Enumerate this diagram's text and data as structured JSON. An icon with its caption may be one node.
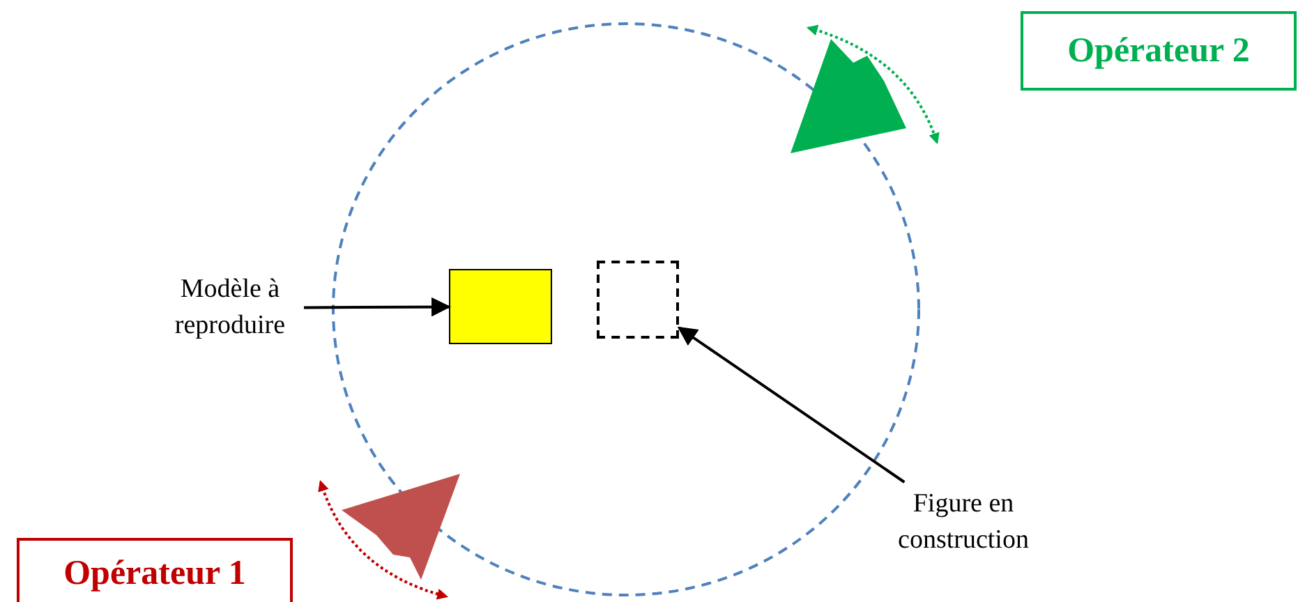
{
  "diagram": {
    "nodes": [
      {
        "text": [
          "Opérateur 2"
        ]
      },
      {
        "text": [],
        "shape": "triangle"
      },
      {
        "text": [
          "Modèle à reproduire"
        ]
      },
      {
        "text": [],
        "shape": "box"
      },
      {
        "text": [],
        "shape": "box"
      },
      {
        "text": [
          "Figure en construction"
        ]
      },
      {
        "text": [],
        "shape": "triangle"
      },
      {
        "text": [
          "Opérateur 1"
        ]
      }
    ],
    "edges": [
      {
        "from": 2,
        "to": 3,
        "arrow": "to"
      },
      {
        "from": 5,
        "to": 4,
        "arrow": "to"
      }
    ]
  }
}
